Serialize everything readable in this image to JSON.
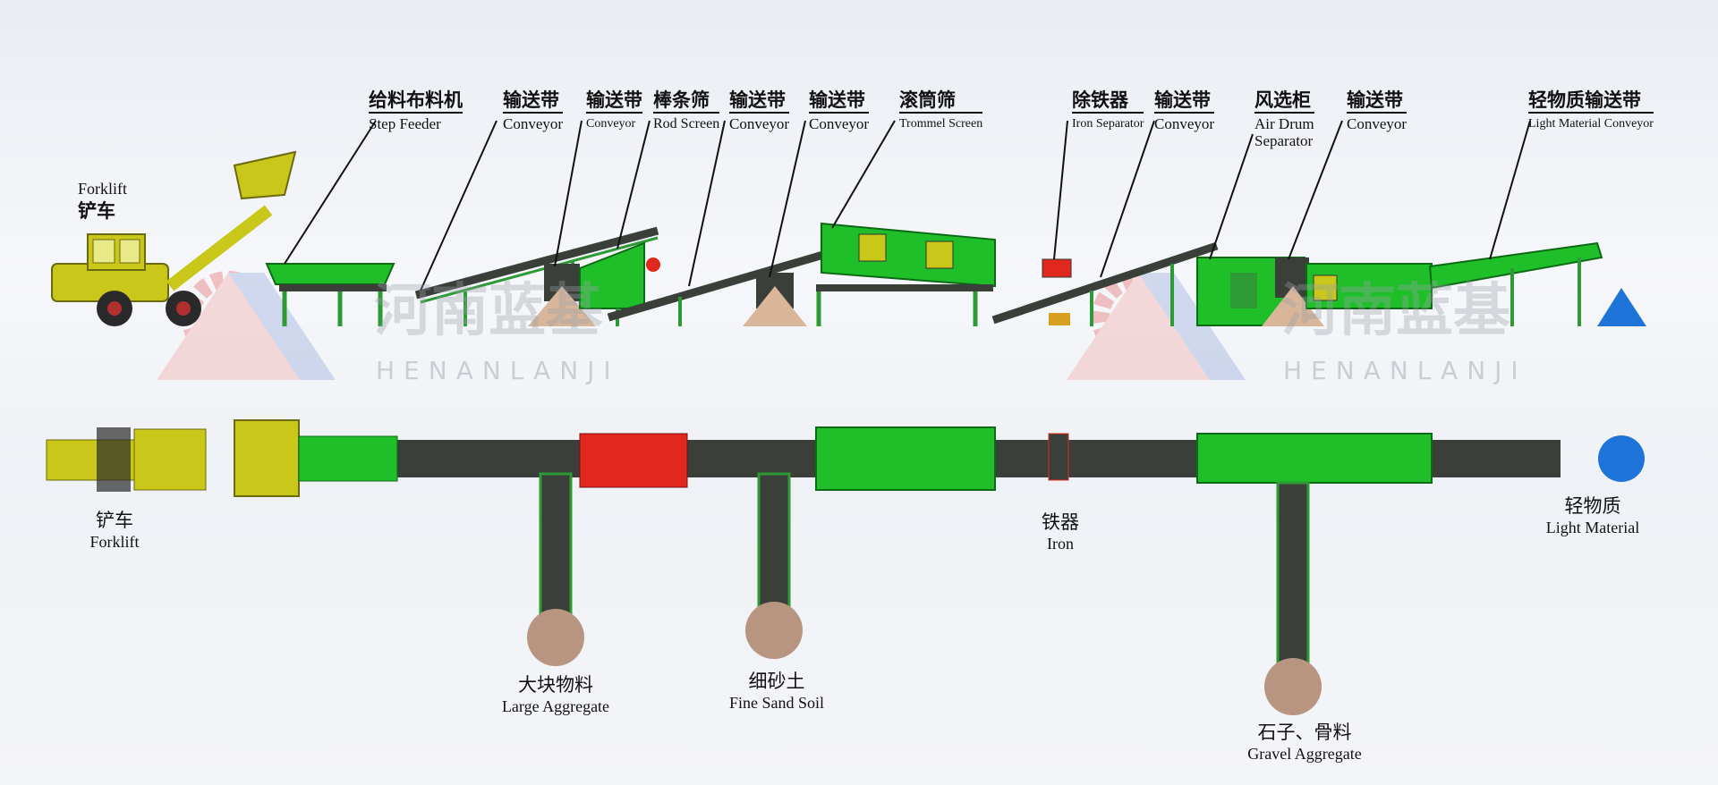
{
  "top_labels": {
    "step_feeder": {
      "cn": "给料布料机",
      "en": "Step Feeder"
    },
    "conveyor_1": {
      "cn": "输送带",
      "en": "Conveyor"
    },
    "conveyor_2": {
      "cn": "输送带",
      "en": "Conveyor"
    },
    "rod_screen": {
      "cn": "棒条筛",
      "en": "Rod Screen"
    },
    "conveyor_3": {
      "cn": "输送带",
      "en": "Conveyor"
    },
    "conveyor_4": {
      "cn": "输送带",
      "en": "Conveyor"
    },
    "trommel": {
      "cn": "滚筒筛",
      "en": "Trommel Screen"
    },
    "iron_separator": {
      "cn": "除铁器",
      "en": "Iron Separator"
    },
    "conveyor_5": {
      "cn": "输送带",
      "en": "Conveyor"
    },
    "air_drum": {
      "cn": "风选柜",
      "en": "Air Drum",
      "en2": "Separator"
    },
    "conveyor_6": {
      "cn": "输送带",
      "en": "Conveyor"
    },
    "light_conveyor": {
      "cn": "轻物质输送带",
      "en": "Light Material Conveyor"
    },
    "forklift_side": {
      "en": "Forklift",
      "cn": "铲车"
    }
  },
  "bottom_labels": {
    "forklift": {
      "cn": "铲车",
      "en": "Forklift"
    },
    "large_aggregate": {
      "cn": "大块物料",
      "en": "Large Aggregate"
    },
    "fine_sand": {
      "cn": "细砂土",
      "en": "Fine Sand Soil"
    },
    "iron": {
      "cn": "铁器",
      "en": "Iron"
    },
    "gravel": {
      "cn": "石子、骨料",
      "en": "Gravel Aggregate"
    },
    "light_material": {
      "cn": "轻物质",
      "en": "Light Material"
    }
  },
  "watermark": {
    "cn": "河南蓝基",
    "en": "HENANLANJI"
  },
  "colors": {
    "machine_green": "#1fbf2a",
    "frame_green": "#2e9a35",
    "forklift_yellow": "#c9c81a",
    "belt_dark": "#3a3f3a",
    "sand": "#d9b69a",
    "light_pile": "#1e73d8",
    "red_part": "#e0281f"
  }
}
